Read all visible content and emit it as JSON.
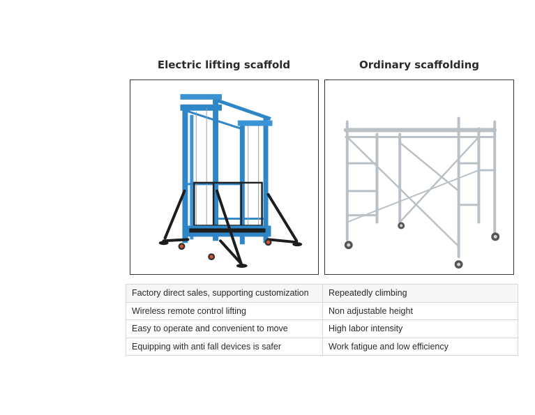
{
  "comparison": {
    "left_title": "Electric lifting scaffold",
    "right_title": "Ordinary scaffolding",
    "left_image_icon": "blue-electric-lifting-scaffold-photo",
    "right_image_icon": "steel-frame-scaffolding-photo",
    "accent_blue": "#2f86c6",
    "steel_gray": "#b9c0c6",
    "rows": [
      [
        "Factory direct sales, supporting customization",
        "Repeatedly climbing"
      ],
      [
        "Wireless remote control lifting",
        "Non adjustable height"
      ],
      [
        "Easy to operate and convenient to move",
        "High labor intensity"
      ],
      [
        "Equipping with anti fall devices is safer",
        "Work fatigue and low efficiency"
      ]
    ]
  }
}
